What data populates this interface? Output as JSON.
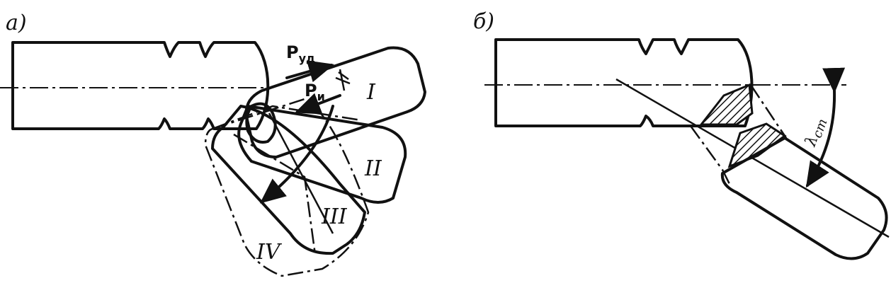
{
  "panels": {
    "a": {
      "label": "а)"
    },
    "b": {
      "label": "б)"
    }
  },
  "forces": {
    "impact": {
      "symbol": "P",
      "subscript": "уд"
    },
    "inertia": {
      "symbol": "P",
      "subscript": "и"
    }
  },
  "positions": [
    "I",
    "II",
    "III",
    "IV"
  ],
  "angle": {
    "symbol": "λ",
    "subscript": "ст"
  }
}
